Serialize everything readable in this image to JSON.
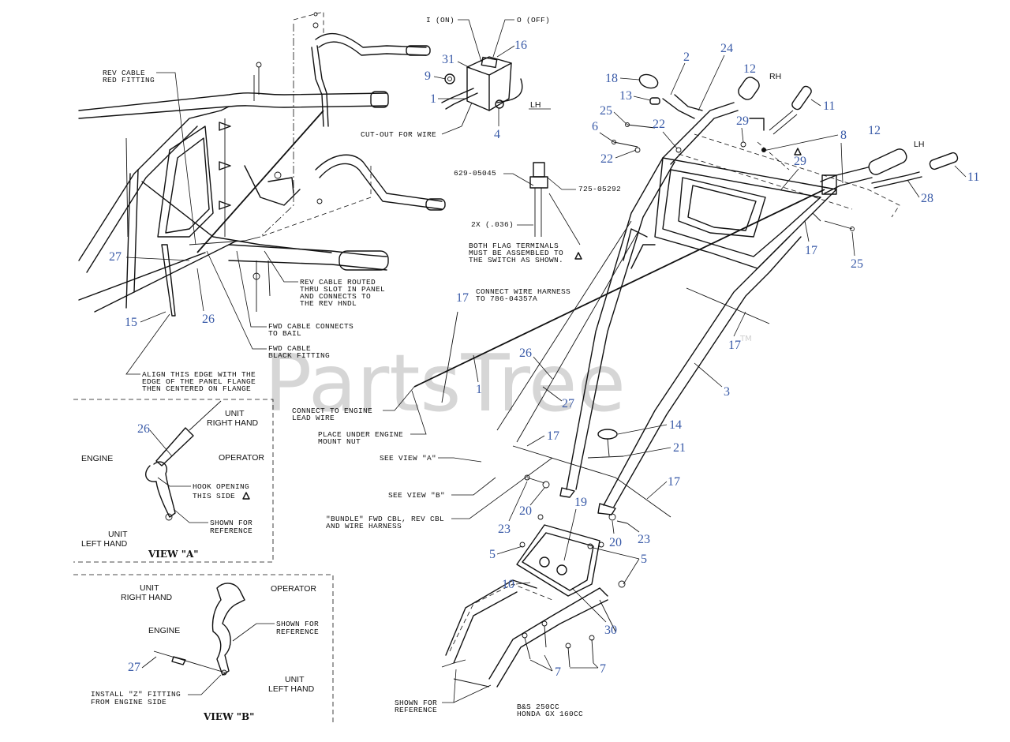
{
  "watermark": {
    "text": "PartsTree",
    "trademark": "TM"
  },
  "switch_labels": {
    "on": "I (ON)",
    "off": "O (OFF)",
    "side": "LH",
    "cutout": "CUT-OUT FOR WIRE"
  },
  "terminal_labels": {
    "part_a": "629-05045",
    "part_b": "725-05292",
    "gap": "2X (.036)",
    "note_line1": "BOTH FLAG TERMINALS",
    "note_line2": "MUST BE ASSEMBLED TO",
    "note_line3": "THE SWITCH AS SHOWN."
  },
  "left_notes": {
    "rev_fitting_line1": "REV CABLE",
    "rev_fitting_line2": "RED FITTING",
    "rev_routed_line1": "REV CABLE ROUTED",
    "rev_routed_line2": "THRU SLOT IN PANEL",
    "rev_routed_line3": "AND CONNECTS TO",
    "rev_routed_line4": "THE REV HNDL",
    "fwd_bail_line1": "FWD CABLE CONNECTS",
    "fwd_bail_line2": "TO BAIL",
    "fwd_black_line1": "FWD CABLE",
    "fwd_black_line2": "BLACK FITTING",
    "align_line1": "ALIGN THIS EDGE WITH THE",
    "align_line2": "EDGE OF THE PANEL FLANGE",
    "align_line3": "THEN CENTERED ON FLANGE"
  },
  "center_notes": {
    "harness_line1": "CONNECT WIRE HARNESS",
    "harness_line2": "TO 786-04357A",
    "engine_lead_line1": "CONNECT TO ENGINE",
    "engine_lead_line2": "LEAD WIRE",
    "mount_nut_line1": "PLACE UNDER ENGINE",
    "mount_nut_line2": "MOUNT NUT",
    "see_view_a": "SEE VIEW \"A\"",
    "see_view_b": "SEE VIEW \"B\"",
    "bundle_line1": "\"BUNDLE\" FWD CBL, REV CBL",
    "bundle_line2": "AND WIRE HARNESS",
    "reference_line1": "SHOWN FOR",
    "reference_line2": "REFERENCE",
    "engine_line1": "B&S 250CC",
    "engine_line2": "HONDA GX 160CC",
    "rh": "RH",
    "lh": "LH"
  },
  "view_a": {
    "title": "VIEW \"A\"",
    "unit_rh_line1": "UNIT",
    "unit_rh_line2": "RIGHT HAND",
    "engine": "ENGINE",
    "operator": "OPERATOR",
    "hook_line1": "HOOK OPENING",
    "hook_line2": "THIS SIDE",
    "ref_line1": "SHOWN FOR",
    "ref_line2": "REFERENCE",
    "unit_lh_line1": "UNIT",
    "unit_lh_line2": "LEFT HAND"
  },
  "view_b": {
    "title": "VIEW \"B\"",
    "unit_rh_line1": "UNIT",
    "unit_rh_line2": "RIGHT HAND",
    "operator": "OPERATOR",
    "engine": "ENGINE",
    "ref_line1": "SHOWN FOR",
    "ref_line2": "REFERENCE",
    "z_line1": "INSTALL \"Z\" FITTING",
    "z_line2": "FROM ENGINE SIDE",
    "unit_lh_line1": "UNIT",
    "unit_lh_line2": "LEFT HAND"
  },
  "callouts": {
    "n1_switch": "1",
    "n4": "4",
    "n9": "9",
    "n31": "31",
    "n16": "16",
    "n2": "2",
    "n24": "24",
    "n18": "18",
    "n13": "13",
    "n12_rh": "12",
    "n11_rh": "11",
    "n25_top": "25",
    "n6": "6",
    "n22_a": "22",
    "n22_b": "22",
    "n29_a": "29",
    "n29_b": "29",
    "n8": "8",
    "n12_lh": "12",
    "n11_lh": "11",
    "n28": "28",
    "n17_r": "17",
    "n25_r": "25",
    "n27_left": "27",
    "n15": "15",
    "n26_left": "26",
    "n17_wire": "17",
    "n1_wire": "1",
    "n26_mid": "26",
    "n27_mid": "27",
    "n17_tm": "17",
    "n3": "3",
    "n17_c": "17",
    "n14": "14",
    "n21": "21",
    "n17_d": "17",
    "n20_l": "20",
    "n23_l": "23",
    "n19": "19",
    "n20_r": "20",
    "n23_r": "23",
    "n5_l": "5",
    "n5_r": "5",
    "n10": "10",
    "n30": "30",
    "n7_l": "7",
    "n7_r": "7",
    "n26_va": "26",
    "n27_vb": "27"
  }
}
